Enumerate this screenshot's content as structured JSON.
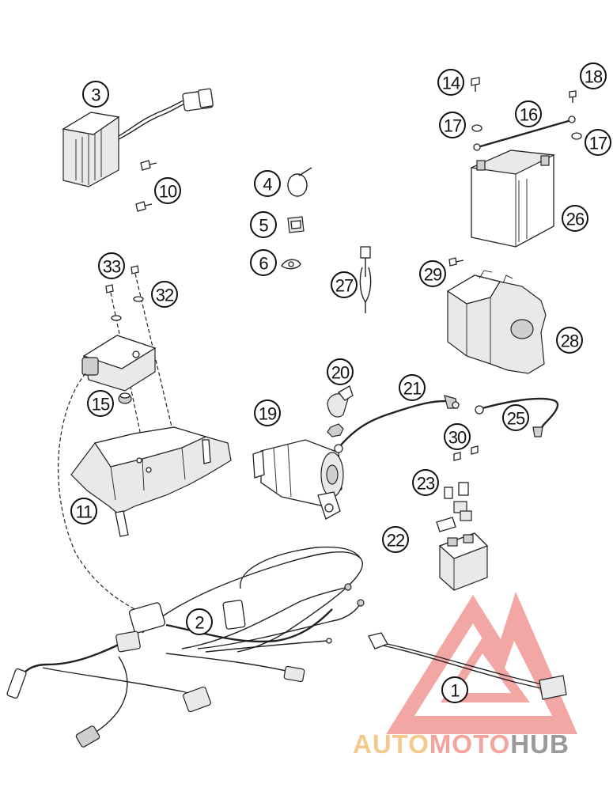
{
  "diagram": {
    "callouts": [
      "3",
      "10",
      "4",
      "5",
      "6",
      "14",
      "18",
      "16",
      "17",
      "17",
      "26",
      "33",
      "32",
      "29",
      "27",
      "28",
      "15",
      "20",
      "21",
      "19",
      "25",
      "30",
      "11",
      "23",
      "22",
      "2",
      "1"
    ]
  },
  "watermark": {
    "brand_part1": "AUTO",
    "brand_part2": "MOTO",
    "brand_part3": "HUB",
    "colors": {
      "logo": "#f08a86",
      "auto": "#f3c98e",
      "moto": "#f2a59d",
      "hub": "#9a9a9a"
    }
  }
}
